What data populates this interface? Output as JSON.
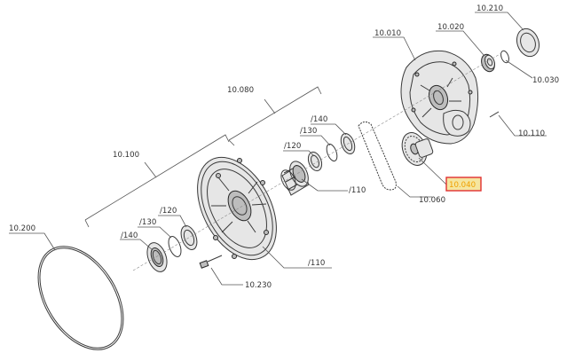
{
  "callouts": {
    "c10210": "10.210",
    "c10010": "10.010",
    "c10020": "10.020",
    "c10030": "10.030",
    "c10080": "10.080",
    "c10110": "10.110",
    "c140a": "/140",
    "c130a": "/130",
    "c120a": "/120",
    "c110a": "/110",
    "c10100": "10.100",
    "c10040": "10.040",
    "c10060": "10.060",
    "c120b": "/120",
    "c130b": "/130",
    "c140b": "/140",
    "c10200": "10.200",
    "c110b": "/110",
    "c10230": "10.230"
  },
  "highlight": {
    "fill": "#f5e6a0",
    "border": "#e03030",
    "text_color": "#f0a000"
  }
}
